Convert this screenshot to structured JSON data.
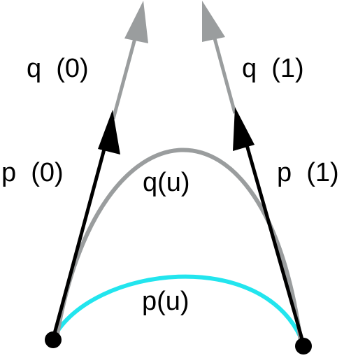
{
  "labels": {
    "q0": "q  (0)",
    "q1": "q  (1)",
    "p0": "p  (0)",
    "p1": "p  (1)",
    "qu": "q(u)",
    "pu": "p(u)"
  },
  "colors": {
    "p_curve": "#22e5ee",
    "q_curve": "#9a9d9e",
    "q_vector": "#9a9d9e",
    "p_vector": "#000000",
    "endpoint": "#000000",
    "label": "#000000"
  }
}
